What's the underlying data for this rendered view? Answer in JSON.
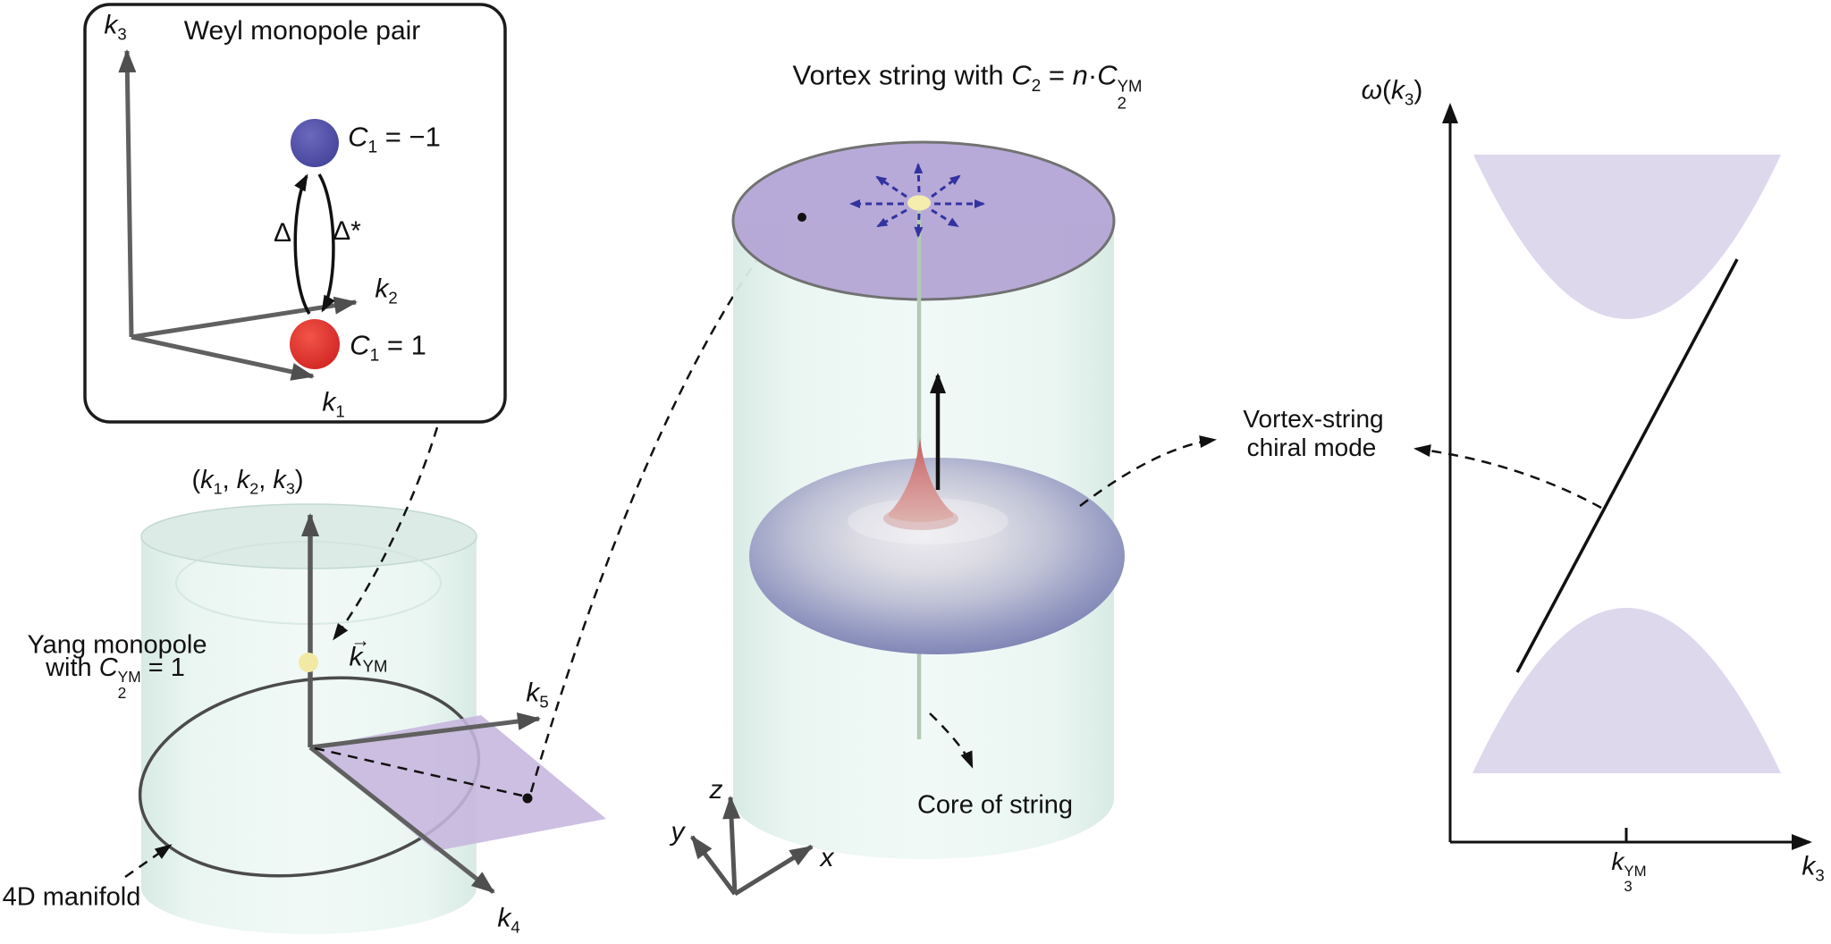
{
  "inset": {
    "title": "Weyl monopole pair",
    "axis_k3": [
      {
        "t": "k",
        "i": true
      },
      {
        "t": "3",
        "sub": true
      }
    ],
    "axis_k2": [
      {
        "t": "k",
        "i": true
      },
      {
        "t": "2",
        "sub": true
      }
    ],
    "axis_k1": [
      {
        "t": "k",
        "i": true
      },
      {
        "t": "1",
        "sub": true
      }
    ],
    "chern_upper": [
      {
        "t": "C",
        "i": true
      },
      {
        "t": "1",
        "sub": true
      },
      {
        "t": " = −1"
      }
    ],
    "chern_lower": [
      {
        "t": "C",
        "i": true
      },
      {
        "t": "1",
        "sub": true
      },
      {
        "t": " = 1"
      }
    ],
    "coupling_up": "Δ",
    "coupling_down": "Δ*"
  },
  "left": {
    "axis_label": [
      {
        "t": "("
      },
      {
        "t": "k",
        "i": true
      },
      {
        "t": "1",
        "sub": true
      },
      {
        "t": ", "
      },
      {
        "t": "k",
        "i": true
      },
      {
        "t": "2",
        "sub": true
      },
      {
        "t": ", "
      },
      {
        "t": "k",
        "i": true
      },
      {
        "t": "3",
        "sub": true
      },
      {
        "t": ")"
      }
    ],
    "yang_label_line1": "Yang monopole",
    "yang_label_line2": [
      {
        "t": "with "
      },
      {
        "t": "C",
        "i": true
      },
      {
        "sup": "YM",
        "sub": "2"
      },
      {
        "t": " = 1"
      }
    ],
    "k_ym": [
      {
        "t": "k",
        "i": true,
        "vec": true
      },
      {
        "t": "YM",
        "sub": true
      }
    ],
    "axis_k5": [
      {
        "t": "k",
        "i": true
      },
      {
        "t": "5",
        "sub": true
      }
    ],
    "axis_k4": [
      {
        "t": "k",
        "i": true
      },
      {
        "t": "4",
        "sub": true
      }
    ],
    "manifold_label": "4D manifold"
  },
  "middle": {
    "title": [
      {
        "t": "Vortex string with "
      },
      {
        "t": "C",
        "i": true
      },
      {
        "t": "2",
        "sub": true
      },
      {
        "t": " = "
      },
      {
        "t": "n",
        "i": true
      },
      {
        "t": "·"
      },
      {
        "t": "C",
        "i": true
      },
      {
        "sup": "YM",
        "sub": "2"
      }
    ],
    "core_label": "Core of string",
    "axis_x": [
      {
        "t": "x",
        "i": true
      }
    ],
    "axis_y": [
      {
        "t": "y",
        "i": true
      }
    ],
    "axis_z": [
      {
        "t": "z",
        "i": true
      }
    ]
  },
  "right": {
    "axis_omega": [
      {
        "t": "ω",
        "i": true
      },
      {
        "t": "("
      },
      {
        "t": "k",
        "i": true
      },
      {
        "t": "3",
        "sub": true
      },
      {
        "t": ")"
      }
    ],
    "chiral_label_line1": "Vortex-string",
    "chiral_label_line2": "chiral mode",
    "tick_k3ym": [
      {
        "t": "k",
        "i": true
      },
      {
        "sup": "YM",
        "sub": "3"
      }
    ],
    "axis_k3": [
      {
        "t": "k",
        "i": true
      },
      {
        "t": "3",
        "sub": true
      }
    ]
  },
  "colors": {
    "band": "#ded8ed",
    "cylinder_teal": "#e9f5f1",
    "plane_purple": "#c6b6de",
    "top_disk_purple": "#b5a6d6",
    "monopole_blue": "#4a4aa8",
    "monopole_red": "#e03030",
    "field_arrow_blue": "#3333a0",
    "yang_dot_yellow": "#f2e9a4",
    "string_green": "#b3c9b5",
    "axis_gray": "#606060",
    "ink": "#111111"
  },
  "chart_data": {
    "type": "area",
    "title": "",
    "xlabel": "k3",
    "ylabel": "ω(k3)",
    "axes_note": "schematic dispersion ω(k3); both axes unlabeled numerically, normalized 0–1 here",
    "x_tick_positions": [
      0.48
    ],
    "x_tick_labels": [
      "k3^YM"
    ],
    "grid": false,
    "legend_position": "none",
    "series": [
      {
        "name": "bulk band upper",
        "kind": "filled region",
        "description": "region between flat top omega=0.92 and downward-opening parabola, vertex (0.49, 0.70)",
        "x_extent": [
          0.06,
          0.91
        ],
        "y_extent": [
          0.7,
          0.92
        ]
      },
      {
        "name": "bulk band lower",
        "kind": "filled region",
        "description": "dome: region between flat bottom omega=0.09 and upward apex (0.48, 0.31)",
        "x_extent": [
          0.06,
          0.91
        ],
        "y_extent": [
          0.09,
          0.31
        ]
      },
      {
        "name": "vortex-string chiral mode",
        "kind": "line",
        "x": [
          0.18,
          0.79
        ],
        "y": [
          0.23,
          0.78
        ]
      }
    ]
  }
}
